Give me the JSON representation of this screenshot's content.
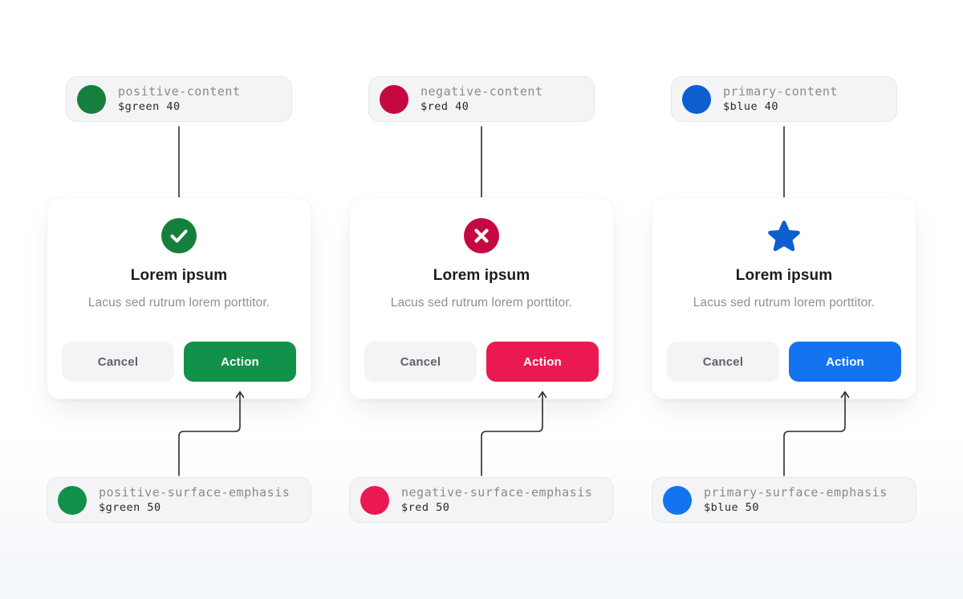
{
  "columns": [
    {
      "id": "positive",
      "top_token": {
        "name": "positive-content",
        "value": "$green 40",
        "color": "#15803d"
      },
      "bottom_token": {
        "name": "positive-surface-emphasis",
        "value": "$green 50",
        "color": "#12914a"
      },
      "icon": "check-circle-icon",
      "card": {
        "title": "Lorem ipsum",
        "description": "Lacus sed rutrum lorem porttitor.",
        "cancel_label": "Cancel",
        "action_label": "Action"
      }
    },
    {
      "id": "negative",
      "top_token": {
        "name": "negative-content",
        "value": "$red 40",
        "color": "#c50940"
      },
      "bottom_token": {
        "name": "negative-surface-emphasis",
        "value": "$red 50",
        "color": "#eb1951"
      },
      "icon": "x-circle-icon",
      "card": {
        "title": "Lorem ipsum",
        "description": "Lacus sed rutrum lorem porttitor.",
        "cancel_label": "Cancel",
        "action_label": "Action"
      }
    },
    {
      "id": "primary",
      "top_token": {
        "name": "primary-content",
        "value": "$blue 40",
        "color": "#0d5ecf"
      },
      "bottom_token": {
        "name": "primary-surface-emphasis",
        "value": "$blue 50",
        "color": "#1474f0"
      },
      "icon": "star-icon",
      "card": {
        "title": "Lorem ipsum",
        "description": "Lacus sed rutrum lorem porttitor.",
        "cancel_label": "Cancel",
        "action_label": "Action"
      }
    }
  ]
}
